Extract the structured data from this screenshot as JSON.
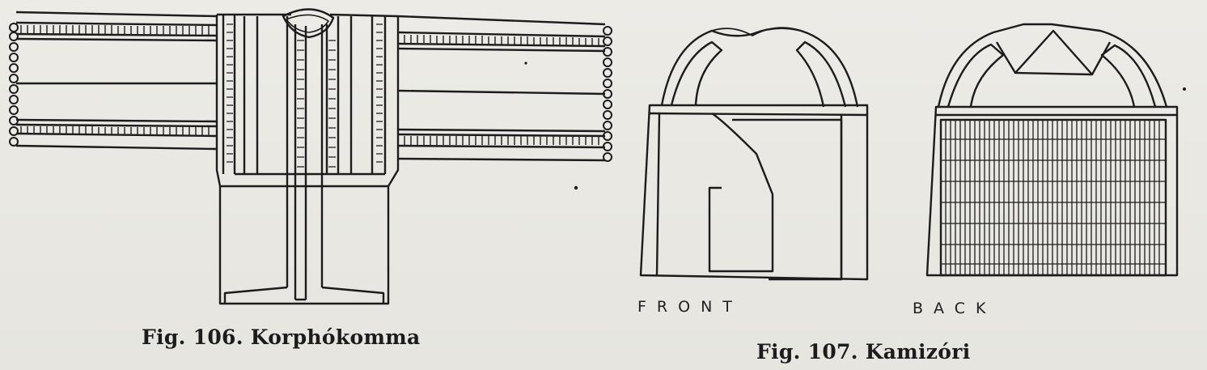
{
  "figures": [
    {
      "caption": "Fig. 106. Korphókomma"
    },
    {
      "caption": "Fig. 107. Kamizóri",
      "labels": {
        "front": "FRONT",
        "back": "BACK"
      }
    }
  ],
  "colors": {
    "ink": "#1c1c1c",
    "paper": "#e9e8e3"
  }
}
